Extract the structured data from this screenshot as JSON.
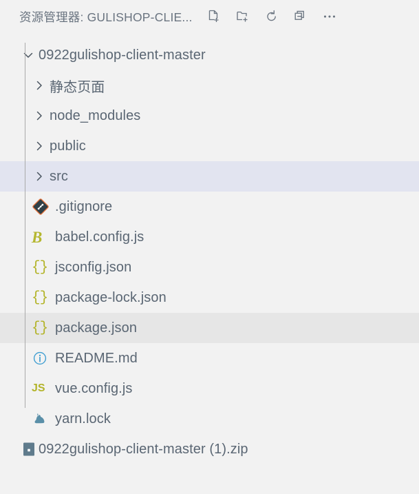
{
  "header": {
    "title": "资源管理器: GULISHOP-CLIE...",
    "actions": [
      {
        "name": "new-file-icon",
        "label": "新建文件"
      },
      {
        "name": "new-folder-icon",
        "label": "新建文件夹"
      },
      {
        "name": "refresh-icon",
        "label": "刷新资源管理器"
      },
      {
        "name": "collapse-all-icon",
        "label": "在资源管理器中折叠文件夹"
      },
      {
        "name": "more-actions-icon",
        "label": "视图和更多操作..."
      }
    ]
  },
  "colors": {
    "background": "#f2f2f2",
    "focused_row": "#e2e4f0",
    "hovered_row": "#e6e6e6",
    "text": "#5a6673",
    "header_text": "#6a7480",
    "indent_guide": "#a9a9a9",
    "json_yellow": "#b3b42a",
    "git_navy": "#303f46",
    "git_orange": "#e8743b",
    "readme_blue": "#3f9ed1",
    "yarn_blue": "#5a8fa8",
    "zip_slate": "#5f7b8c"
  },
  "tree": {
    "root": {
      "label": "0922gulishop-client-master",
      "state": "expanded",
      "twisty": "chevron-down-icon"
    },
    "children": [
      {
        "label": "静态页面",
        "type": "folder",
        "twisty": "chevron-right-icon",
        "state": "collapsed",
        "row_state": "normal"
      },
      {
        "label": "node_modules",
        "type": "folder",
        "twisty": "chevron-right-icon",
        "state": "collapsed",
        "row_state": "normal"
      },
      {
        "label": "public",
        "type": "folder",
        "twisty": "chevron-right-icon",
        "state": "collapsed",
        "row_state": "normal"
      },
      {
        "label": "src",
        "type": "folder",
        "twisty": "chevron-right-icon",
        "state": "collapsed",
        "row_state": "focused"
      },
      {
        "label": ".gitignore",
        "type": "file",
        "icon": "git-icon",
        "row_state": "normal"
      },
      {
        "label": "babel.config.js",
        "type": "file",
        "icon": "babel-icon",
        "row_state": "normal"
      },
      {
        "label": "jsconfig.json",
        "type": "file",
        "icon": "json-icon",
        "row_state": "normal"
      },
      {
        "label": "package-lock.json",
        "type": "file",
        "icon": "json-icon",
        "row_state": "normal"
      },
      {
        "label": "package.json",
        "type": "file",
        "icon": "json-icon",
        "row_state": "hovered"
      },
      {
        "label": "README.md",
        "type": "file",
        "icon": "readme-icon",
        "row_state": "normal"
      },
      {
        "label": "vue.config.js",
        "type": "file",
        "icon": "js-icon",
        "row_state": "normal"
      },
      {
        "label": "yarn.lock",
        "type": "file",
        "icon": "yarn-icon",
        "row_state": "normal"
      }
    ],
    "sibling": {
      "label": "0922gulishop-client-master (1).zip",
      "type": "file",
      "icon": "zip-icon",
      "row_state": "normal"
    }
  }
}
